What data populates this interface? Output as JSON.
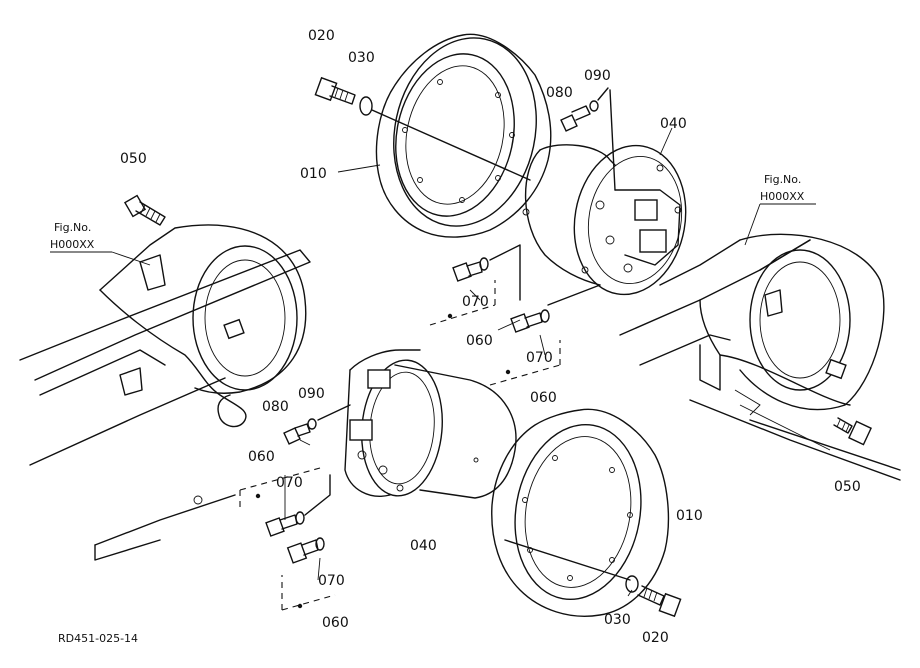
{
  "labels": {
    "p010_top": "010",
    "p010_bottom": "010",
    "p020_top": "020",
    "p020_bottom": "020",
    "p030_top": "030",
    "p030_bottom": "030",
    "p040_top": "040",
    "p040_bottom": "040",
    "p050_left": "050",
    "p050_right": "050",
    "p060_a": "060",
    "p060_b": "060",
    "p060_c": "060",
    "p060_d": "060",
    "p070_a": "070",
    "p070_b": "070",
    "p070_c": "070",
    "p070_d": "070",
    "p080_top": "080",
    "p080_bottom": "080",
    "p090_top": "090",
    "p090_bottom": "090"
  },
  "fig_refs": {
    "left_line1": "Fig.No.",
    "left_line2": "H000XX",
    "right_line1": "Fig.No.",
    "right_line2": "H000XX"
  },
  "drawing_code": "RD451-025-14"
}
